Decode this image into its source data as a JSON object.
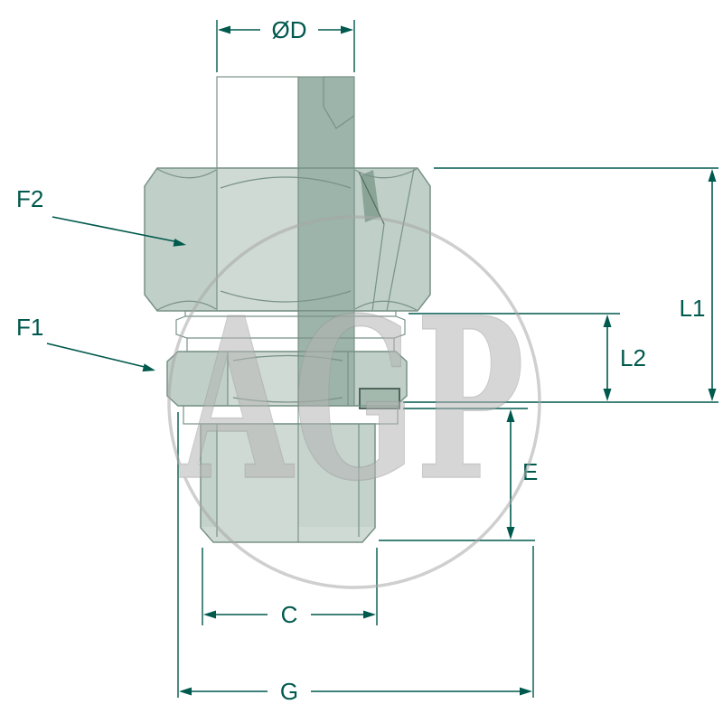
{
  "watermark": {
    "text": "AGP"
  },
  "labels": {
    "od": "ØD",
    "f2": "F2",
    "f1": "F1",
    "l1": "L1",
    "l2": "L2",
    "e": "E",
    "c": "C",
    "g": "G"
  },
  "drawing": {
    "type": "technical-section-view",
    "subject": "threaded hydraulic fitting with two hex nuts, half section view"
  },
  "colors": {
    "background": "#ffffff",
    "dimension": "#00594d",
    "body_light": "#cfdad4",
    "body_shaded": "#c0d0c8",
    "body_mid": "#c2d1ca",
    "section_dark": "#9cb4a9",
    "section_darker": "#8aa497",
    "outline": "#789186",
    "watermark_gray": "#d6d6d6"
  }
}
